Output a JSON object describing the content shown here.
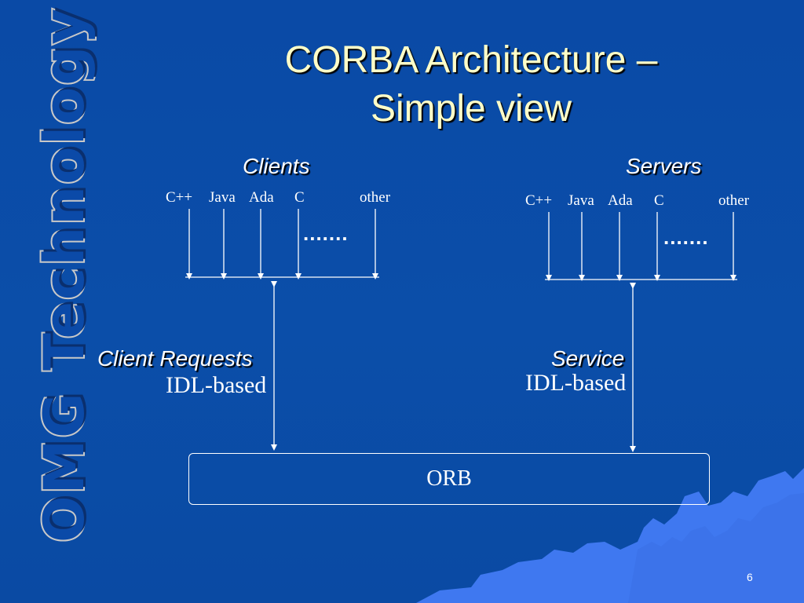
{
  "slide": {
    "title_line1": "CORBA Architecture –",
    "title_line2": "Simple view",
    "side_title": "OMG Technology",
    "page_number": "6"
  },
  "clients": {
    "heading": "Clients",
    "languages": [
      "C++",
      "Java",
      "Ada",
      "C",
      "other"
    ],
    "ellipsis": ".......",
    "requests_label": "Client Requests",
    "idl_label": "IDL-based"
  },
  "servers": {
    "heading": "Servers",
    "languages": [
      "C++",
      "Java",
      "Ada",
      "C",
      "other"
    ],
    "ellipsis": ".......",
    "service_label": "Service",
    "idl_label": "IDL-based"
  },
  "orb": {
    "label": "ORB"
  },
  "colors": {
    "background": "#0b4aa8",
    "title_text": "#ffffc8",
    "decoration": "#3f78f0"
  }
}
